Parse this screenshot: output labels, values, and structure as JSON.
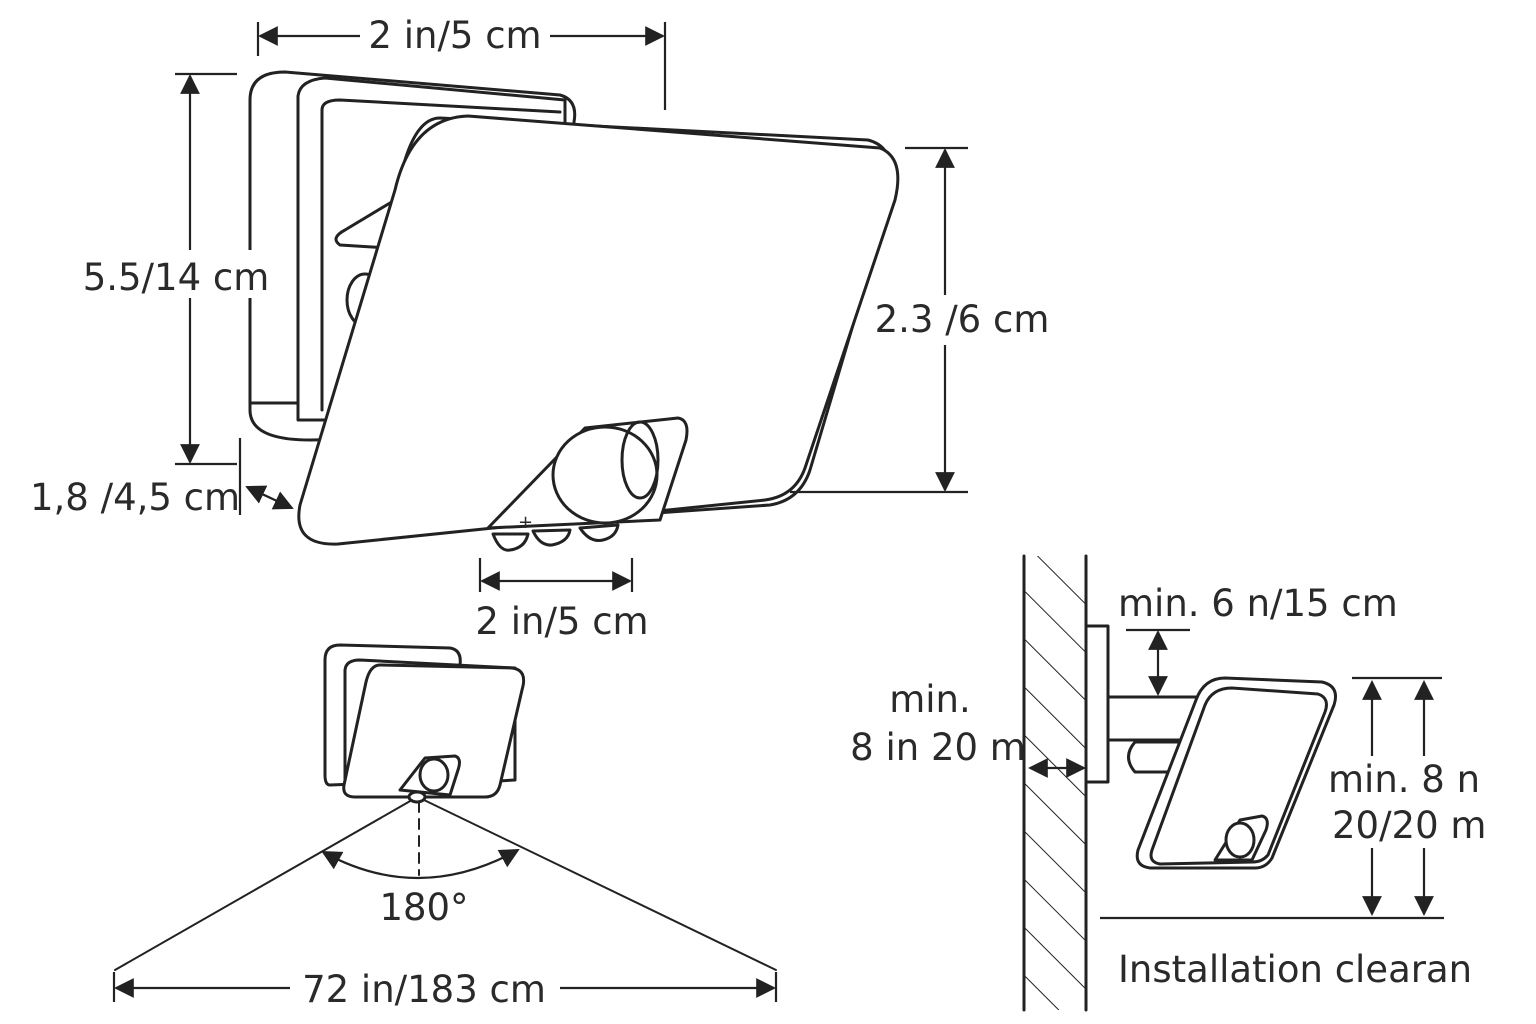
{
  "labels": {
    "top_width": "2 in/5 cm",
    "height": "5.5/14 cm",
    "depth": "1,8 /4,5 cm",
    "head_height": "2.3 /6 cm",
    "sensor_width": "2 in/5 cm",
    "ceiling_clearance": "min. 6 n/15 cm",
    "wall_clearance_line1": "min.",
    "wall_clearance_line2": "8 in 20 m",
    "floor_clearance_line1": "min. 8 n",
    "floor_clearance_line2": "20/20 m",
    "angle": "180°",
    "coverage": "72 in/183 cm",
    "caption": "Installation clearan"
  }
}
